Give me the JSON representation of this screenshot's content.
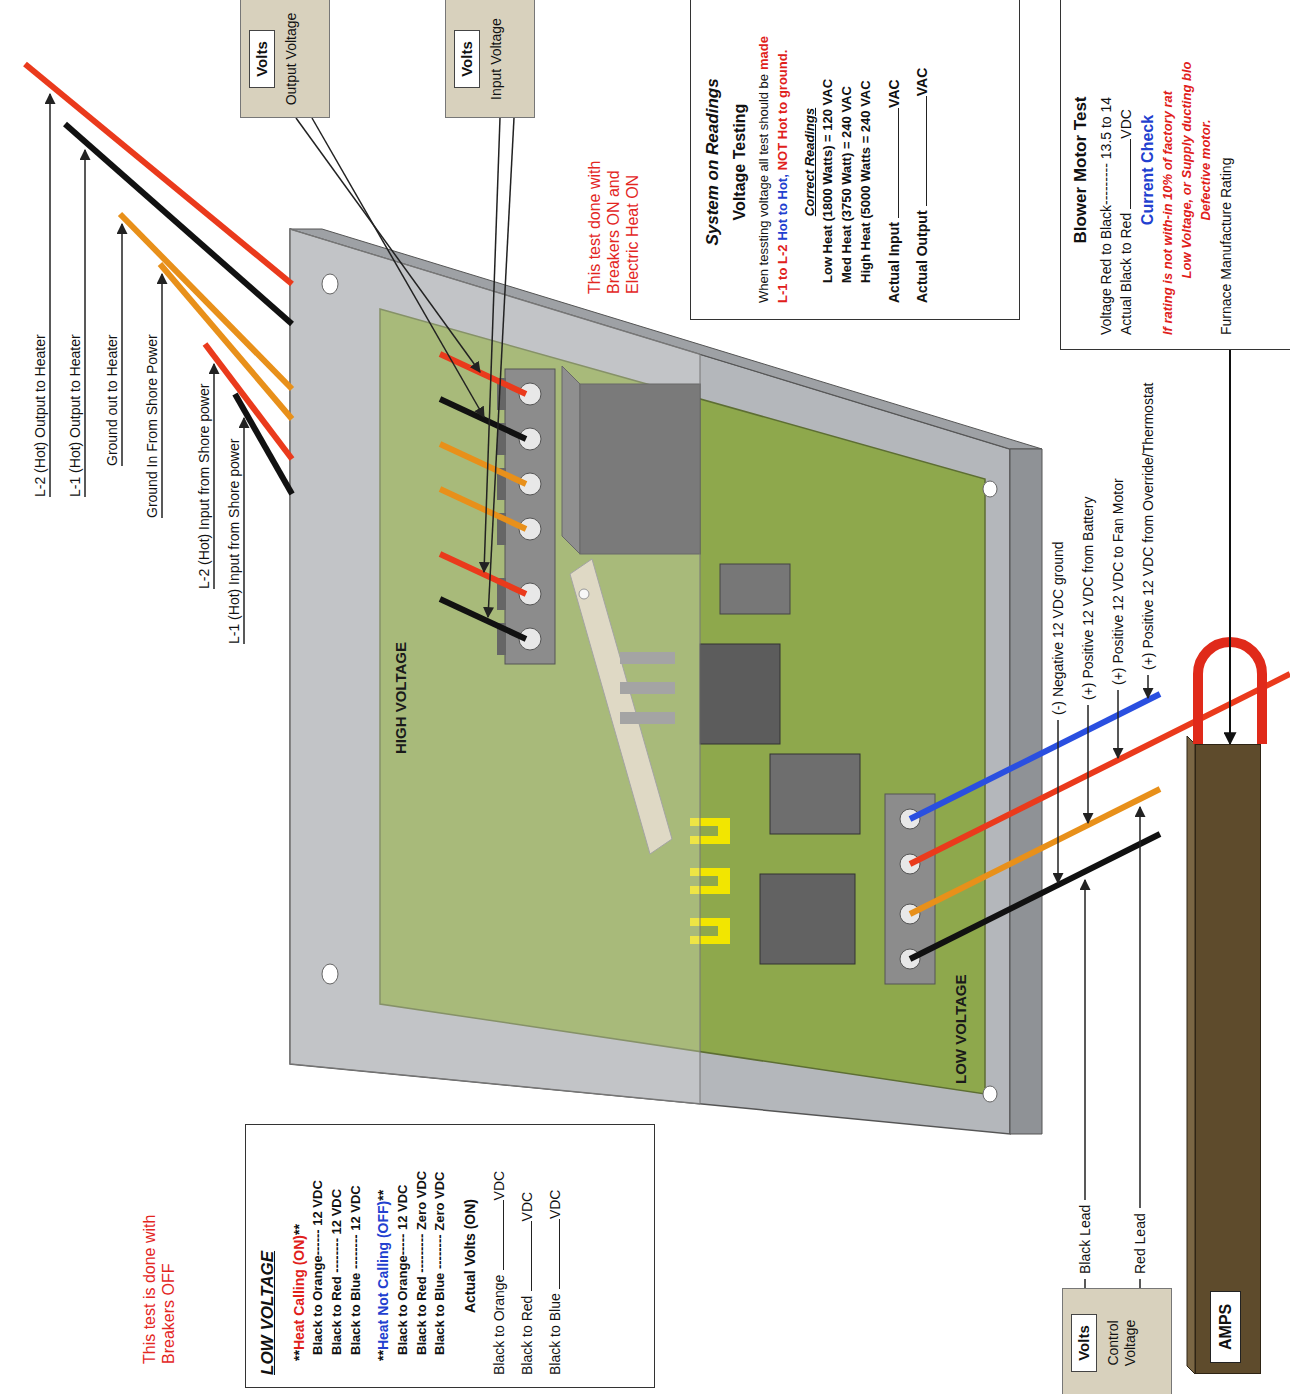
{
  "diagram": {
    "nodes": [
      {
        "text": [
          "Volts",
          "Output Voltage"
        ]
      },
      {
        "text": [
          "Volts",
          "Input Voltage"
        ]
      },
      {
        "text": [
          "System on Readings",
          "Voltage Testing",
          "When tessting voltage all test should be",
          "made L-1 to L-2",
          "Hot to Hot,",
          "NOT Hot to ground.",
          "Correct Readings",
          "Low Heat (1800 Watts) = 120 VAC",
          "Med Heat (3750 Watt) = 240 VAC",
          "High Heat (5000 Watts = 240 VAC",
          "Actual Input",
          "VAC",
          "Actual Output",
          "VAC"
        ]
      },
      {
        "text": [
          "Blower Motor Test",
          "Voltage Red to Black--------- 13.5 to 14",
          "Actual Black to Red",
          "VDC",
          "Current Check",
          "If rating is not with-in 10% of factory rat",
          "Low Voltage, or Supply ducting blo",
          "Defective motor.",
          "Furnace Manufacture Rating"
        ]
      },
      {
        "text": [
          "LOW VOLTAGE",
          "**",
          "Heat Calling (ON)",
          "**",
          "Black to Orange------ 12 VDC",
          "Black to Red -------- 12 VDC",
          "Black to Blue -------- 12 VDC",
          "**",
          "Heat Not Calling (OFF)",
          "**",
          "Black to Orange----- 12 VDC",
          "Black to Red --------- Zero VDC",
          "Black to Blue -------- Zero VDC",
          "Actual Volts (ON)",
          "Black to Orange",
          "VDC",
          "Black to Red",
          "VDC",
          "Black to Blue",
          "VDC"
        ]
      },
      {
        "text": [
          "Volts",
          "Control Voltage"
        ]
      },
      {
        "text": [
          "AMPS"
        ]
      }
    ],
    "edges": [
      {
        "from": 3,
        "to": 6,
        "arrow": "to"
      }
    ],
    "labels": [
      "L-2 (Hot) Output to Heater",
      "L-1 (Hot) Output to Heater",
      "Ground out to Heater",
      "Ground In From Shore Power",
      "L-2 (Hot) Input from Shore power",
      "L-1 (Hot) Input from Shore power",
      "This test done with Breakers ON and Electric Heat ON",
      "HIGH VOLTAGE",
      "LOW VOLTAGE",
      "(-) Negative 12 VDC ground",
      "(+) Positive 12 VDC from Battery",
      "(+) Positive 12 VDC to Fan Motor",
      "(+) Positive 12 VDC from Override/Thermostat",
      "Black Lead",
      "Red Lead",
      "This test is done with Breakers OFF"
    ]
  }
}
